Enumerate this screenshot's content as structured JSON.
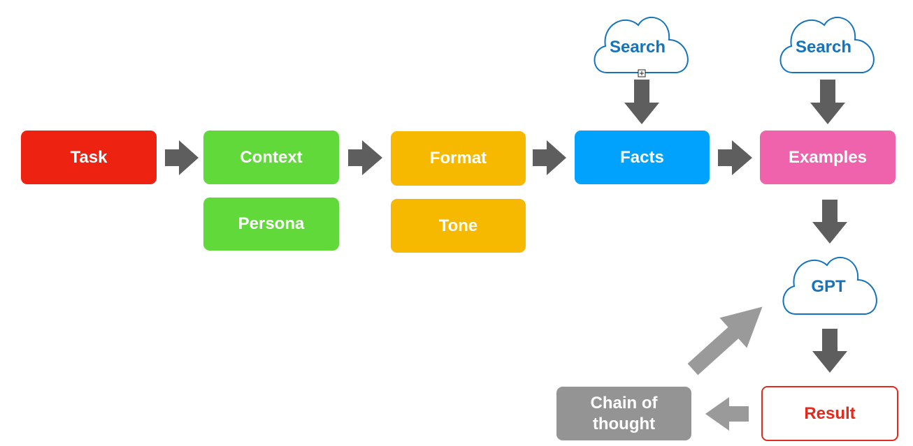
{
  "flow": {
    "task": "Task",
    "context": "Context",
    "persona": "Persona",
    "format": "Format",
    "tone": "Tone",
    "facts": "Facts",
    "examples": "Examples",
    "result": "Result",
    "chain_of_thought": "Chain of thought"
  },
  "clouds": {
    "search_facts": "Search",
    "search_examples": "Search",
    "gpt": "GPT"
  },
  "colors": {
    "task": "#ee2211",
    "context": "#62d93a",
    "format": "#f6b900",
    "facts": "#00a2fe",
    "examples": "#ee63ab",
    "chain_of_thought": "#949494",
    "result_border": "#e22a1d",
    "cloud_stroke": "#1573bd",
    "arrow_dark": "#5e5e5e",
    "arrow_light": "#9a9a9a"
  }
}
